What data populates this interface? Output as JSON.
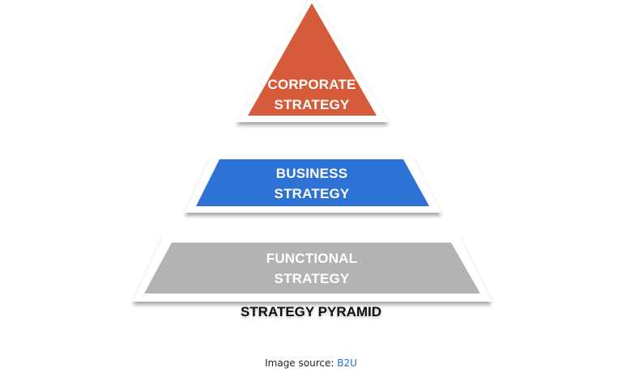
{
  "diagram": {
    "type": "pyramid",
    "title": "STRATEGY PYRAMID",
    "tiers": [
      {
        "level": 1,
        "line1": "CORPORATE",
        "line2": "STRATEGY",
        "color": "#d55b3a",
        "shape": "triangle"
      },
      {
        "level": 2,
        "line1": "BUSINESS",
        "line2": "STRATEGY",
        "color": "#2f72d6",
        "shape": "trapezoid"
      },
      {
        "level": 3,
        "line1": "FUNCTIONAL",
        "line2": "STRATEGY",
        "color": "#b3b3b3",
        "shape": "trapezoid"
      }
    ]
  },
  "source": {
    "prefix": "Image source:",
    "link_text": "B2U",
    "link_color": "#2e6be0"
  }
}
